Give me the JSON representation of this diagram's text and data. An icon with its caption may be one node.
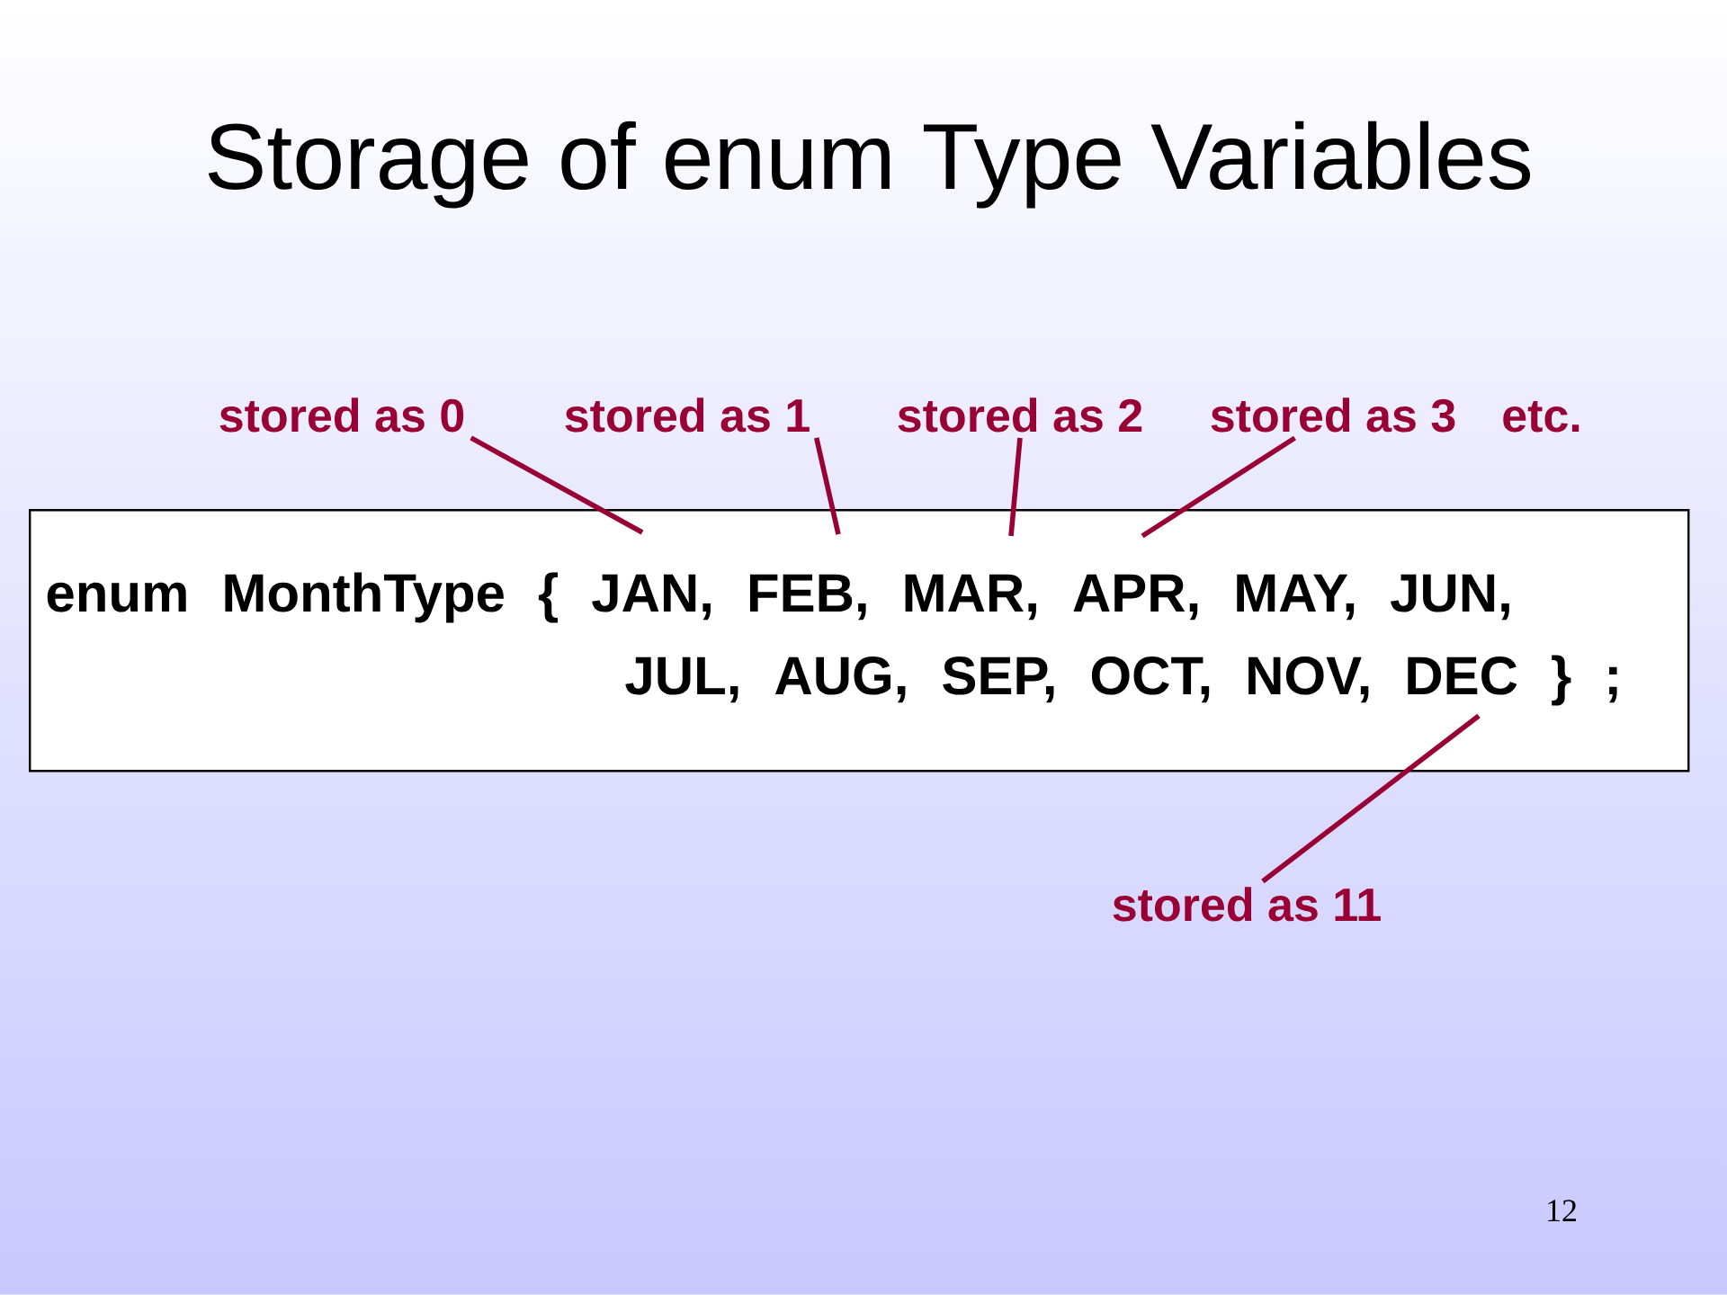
{
  "diagram": {
    "title": "Storage of enum Type Variables",
    "nodes": [
      {
        "text": [
          "stored as 0"
        ]
      },
      {
        "text": [
          "stored as 1"
        ]
      },
      {
        "text": [
          "stored as 2"
        ]
      },
      {
        "text": [
          "stored as 3"
        ]
      },
      {
        "text": [
          "enum MonthType { JAN, FEB, MAR, APR, MAY, JUN,",
          "JUL, AUG, SEP, OCT, NOV, DEC } ;"
        ]
      },
      {
        "text": [
          "stored as 11"
        ]
      }
    ],
    "edges": [
      {
        "from": 0,
        "to": 4,
        "arrow": "none"
      },
      {
        "from": 1,
        "to": 4,
        "arrow": "none"
      },
      {
        "from": 2,
        "to": 4,
        "arrow": "none"
      },
      {
        "from": 3,
        "to": 4,
        "arrow": "none"
      },
      {
        "from": 5,
        "to": 4,
        "arrow": "none"
      }
    ],
    "labels": [
      "etc.",
      "12"
    ]
  }
}
